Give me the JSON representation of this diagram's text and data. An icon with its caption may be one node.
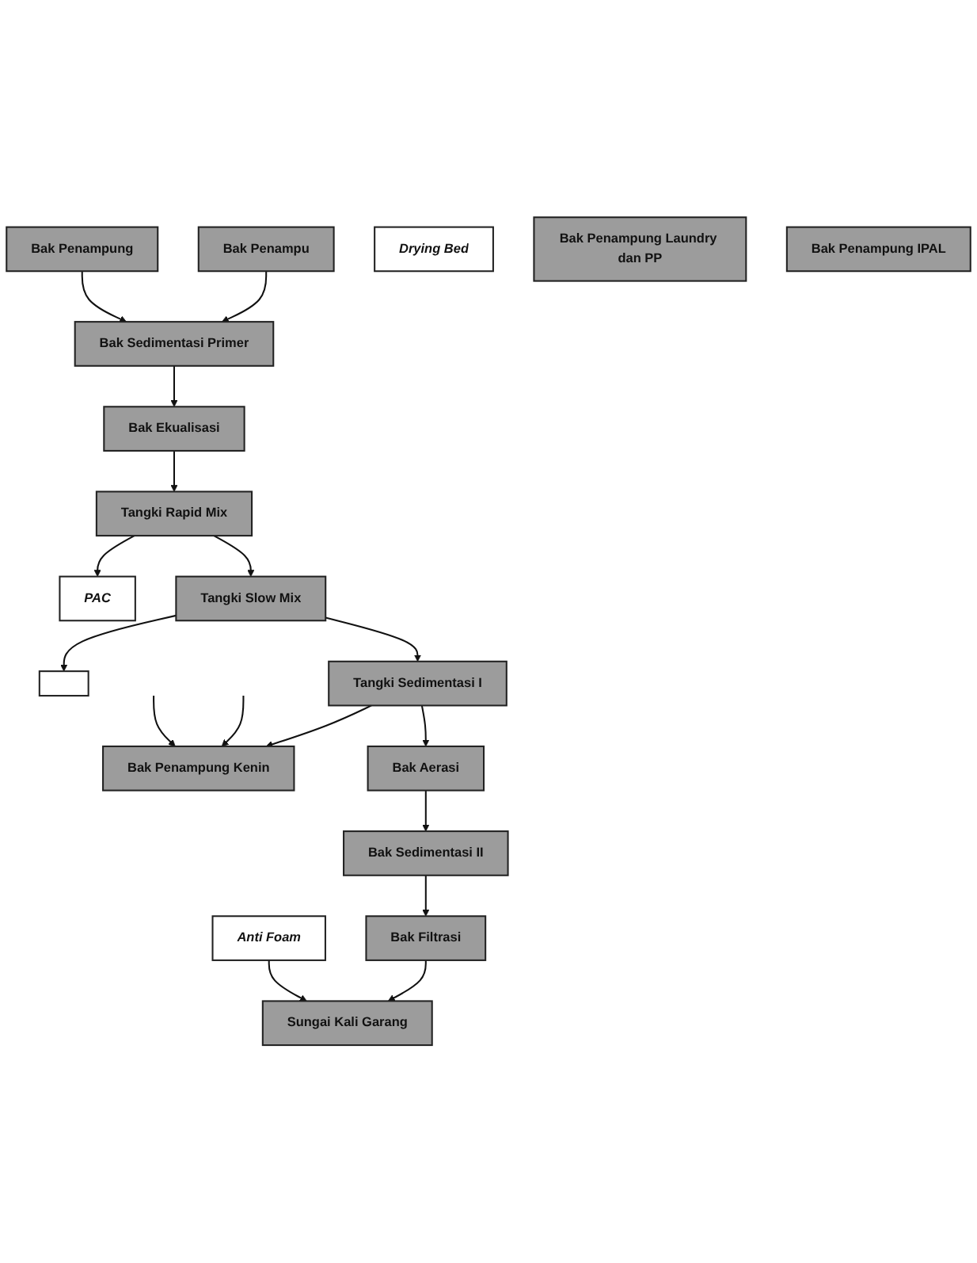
{
  "diagram": {
    "nodes": [
      {
        "text": [
          "Bak Penampu"
        ]
      },
      {
        "text": [
          "Bak Penampung"
        ]
      },
      {
        "text": [
          "Bak Sedimentasi Primer"
        ]
      },
      {
        "text": [
          "Bak Ekualisasi"
        ]
      },
      {
        "text": [
          "Tangki Rapid Mix"
        ]
      },
      {
        "text": [
          "PAC"
        ]
      },
      {
        "text": [
          "Tangki Slow Mix"
        ]
      },
      {
        "text": [],
        "shape": "box"
      },
      {
        "text": [
          "Tangki Sedimentasi I"
        ]
      },
      {
        "text": [
          "Bak Penampung Kenin"
        ]
      },
      {
        "text": [
          "Bak Aerasi"
        ]
      },
      {
        "text": [
          "Drying Bed"
        ]
      },
      {
        "text": [
          "Bak Penampung Laundry dan PP"
        ]
      },
      {
        "text": [
          "Bak Sedimentasi II"
        ]
      },
      {
        "text": [
          "Bak Filtrasi"
        ]
      },
      {
        "text": [
          "Bak Penampung IPAL"
        ]
      },
      {
        "text": [
          "Anti Foam"
        ]
      },
      {
        "text": [
          "Sungai Kali Garang"
        ]
      }
    ],
    "edges": [
      {
        "from": 0,
        "to": 2,
        "arrow": "to"
      },
      {
        "from": 1,
        "to": 2,
        "arrow": "to"
      },
      {
        "from": 2,
        "to": 3,
        "arrow": "to"
      },
      {
        "from": 3,
        "to": 4,
        "arrow": "to"
      },
      {
        "from": 4,
        "to": 5,
        "arrow": "to"
      },
      {
        "from": 4,
        "to": 6,
        "arrow": "to"
      },
      {
        "from": 6,
        "to": 7,
        "arrow": "to"
      },
      {
        "from": 6,
        "to": 8,
        "arrow": "to"
      },
      {
        "from": 8,
        "to": 9,
        "arrow": "to"
      },
      {
        "from": 8,
        "to": 10,
        "arrow": "to"
      },
      {
        "from": 10,
        "to": 13,
        "arrow": "to"
      },
      {
        "from": 13,
        "to": 14,
        "arrow": "to"
      },
      {
        "from": 14,
        "to": 17,
        "arrow": "to"
      },
      {
        "from": 16,
        "to": 17,
        "arrow": "to"
      },
      {
        "from": null,
        "to": 9,
        "arrow": "to"
      },
      {
        "from": null,
        "to": 9,
        "arrow": "to"
      }
    ]
  }
}
